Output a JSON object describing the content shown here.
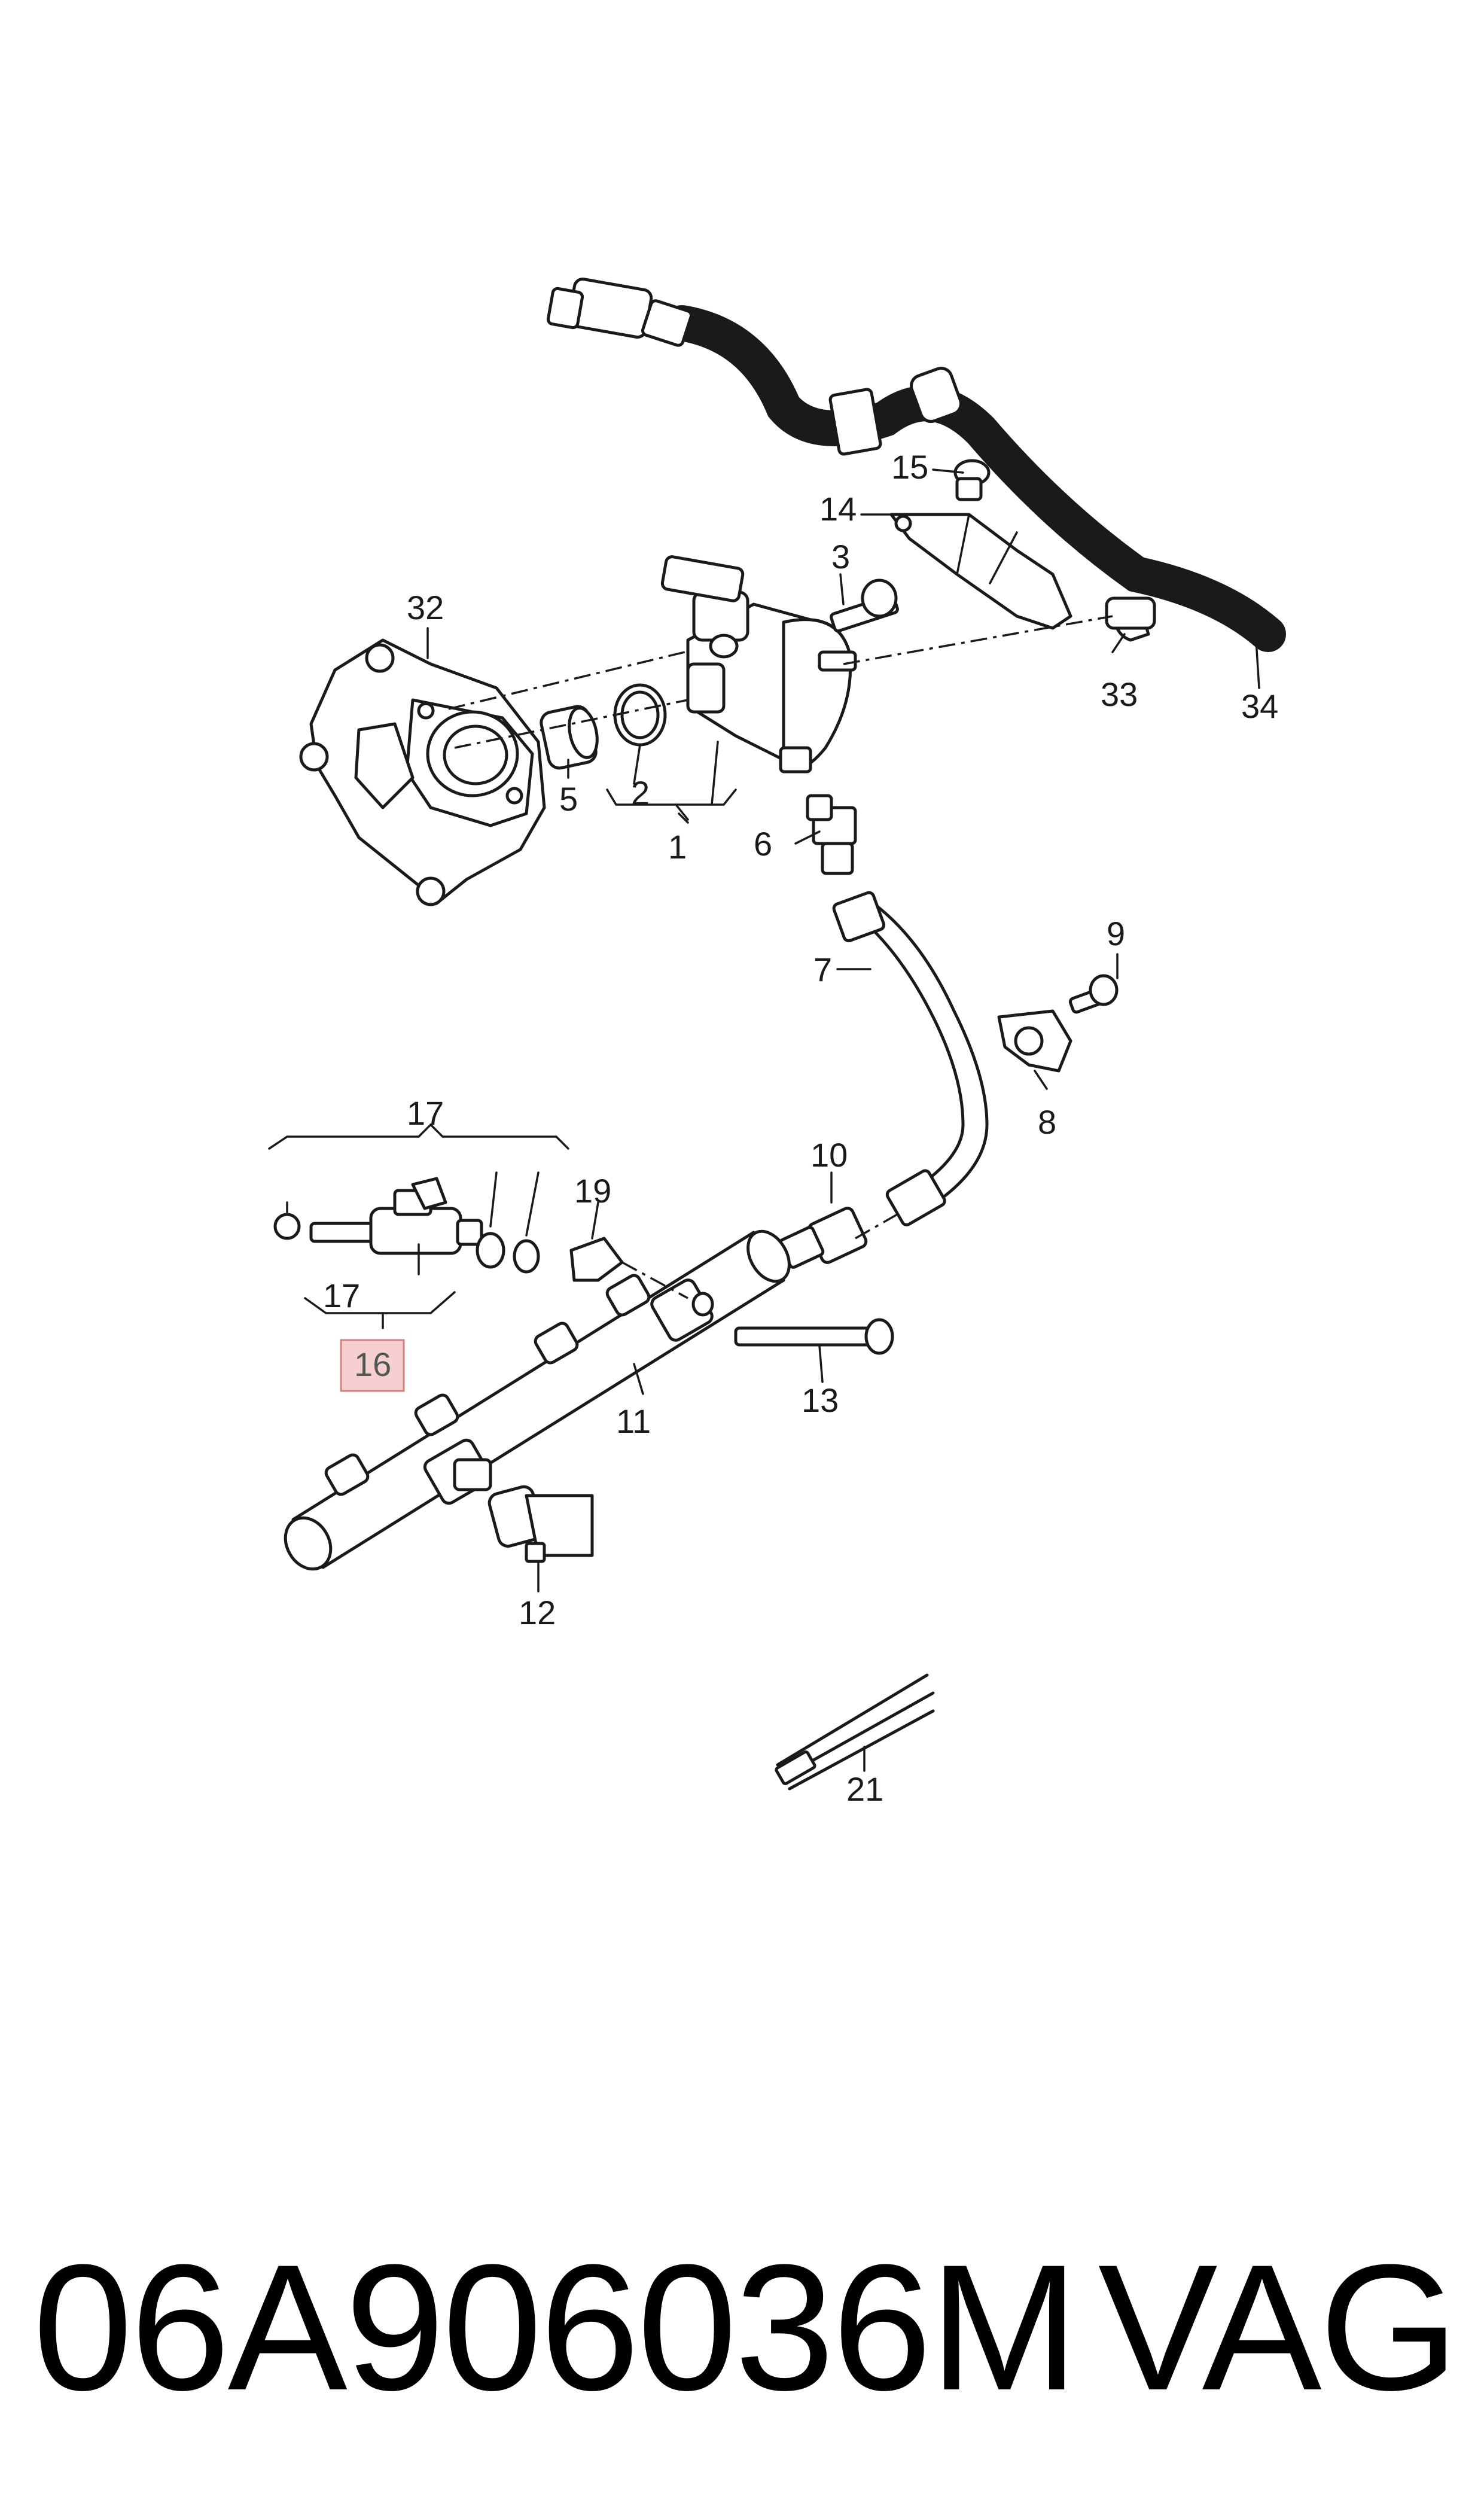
{
  "callouts": {
    "c1": "1",
    "c2": "2",
    "c3": "3",
    "c5": "5",
    "c6": "6",
    "c7": "7",
    "c8": "8",
    "c9": "9",
    "c10": "10",
    "c11": "11",
    "c12": "12",
    "c13": "13",
    "c14": "14",
    "c15": "15",
    "c16": "16",
    "c17a": "17",
    "c17b": "17",
    "c19": "19",
    "c21": "21",
    "c32": "32",
    "c33": "33",
    "c34": "34"
  },
  "highlight_color": "#f6d0d0",
  "caption": {
    "part_number": "06A906036M",
    "brand": "VAG"
  }
}
